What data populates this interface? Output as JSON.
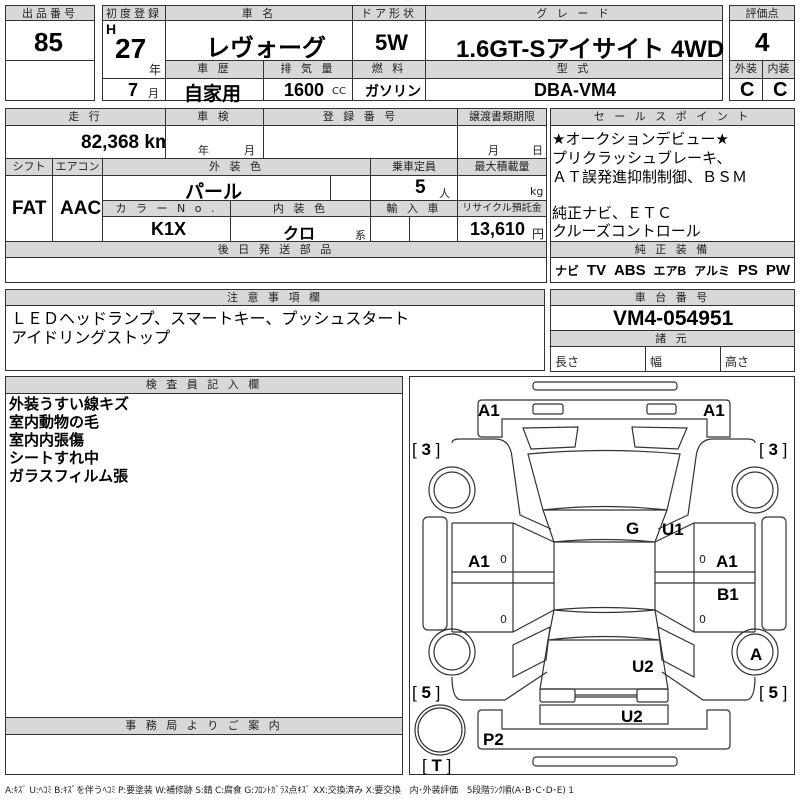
{
  "lot": {
    "label": "出品番号",
    "value": "85"
  },
  "first_reg": {
    "label": "初度登録",
    "era": "H",
    "year": "27",
    "year_unit": "年",
    "month": "7",
    "month_unit": "月"
  },
  "car_name": {
    "label": "車 名",
    "value": "レヴォーグ"
  },
  "door": {
    "label": "ドア形状",
    "value": "5W"
  },
  "grade": {
    "label": "グ レ ー ド",
    "value": "1.6GT-Sアイサイト 4WD"
  },
  "history": {
    "label": "車 歴",
    "value": "自家用"
  },
  "displacement": {
    "label": "排 気 量",
    "value": "1600",
    "unit": "CC"
  },
  "fuel": {
    "label": "燃 料",
    "value": "ガソリン"
  },
  "model": {
    "label": "型 式",
    "value": "DBA-VM4"
  },
  "score": {
    "label": "評価点",
    "value": "4",
    "ext_label": "外装",
    "ext": "C",
    "int_label": "内装",
    "int": "C"
  },
  "mileage": {
    "label": "走 行",
    "value": "82,368 km"
  },
  "inspection": {
    "label": "車 検",
    "year_unit": "年",
    "month_unit": "月"
  },
  "reg_number": {
    "label": "登 録 番 号"
  },
  "transfer": {
    "label": "譲渡書類期限",
    "month_unit": "月",
    "day_unit": "日"
  },
  "shift": {
    "label": "シフト",
    "value": "FAT"
  },
  "ac": {
    "label": "エアコン",
    "value": "AAC"
  },
  "ext_color": {
    "label": "外 装 色",
    "value": "パール"
  },
  "capacity": {
    "label": "乗車定員",
    "value": "5",
    "unit": "人"
  },
  "max_load": {
    "label": "最大積載量",
    "unit": "kg"
  },
  "color_no": {
    "label": "カ ラ ー N o .",
    "value": "K1X"
  },
  "int_color": {
    "label": "内 装 色",
    "value": "クロ",
    "unit": "系"
  },
  "import": {
    "label": "輸 入 車"
  },
  "recycle": {
    "label": "リサイクル預託金",
    "value": "13,610",
    "unit": "円"
  },
  "later_parts": {
    "label": "後 日 発 送 部 品"
  },
  "sales_points": {
    "label": "セ ー ル ス ポ イ ン ト",
    "lines": [
      "★オークションデビュー★",
      "プリクラッシュブレーキ、",
      "ＡＴ誤発進抑制制御、ＢＳＭ",
      "",
      "純正ナビ、ＥＴＣ",
      "クルーズコントロール"
    ]
  },
  "equipment": {
    "label": "純 正 装 備",
    "items": [
      "ナビ",
      "TV",
      "ABS",
      "エアB",
      "アルミ",
      "PS",
      "PW"
    ]
  },
  "notes": {
    "label": "注 意 事 項 欄",
    "lines": [
      "ＬＥＤヘッドランプ、スマートキー、プッシュスタート",
      "アイドリングストップ"
    ]
  },
  "chassis": {
    "label": "車 台 番 号",
    "value": "VM4-054951"
  },
  "specs": {
    "label": "諸 元",
    "length": "長さ",
    "width": "幅",
    "height": "高さ"
  },
  "inspector": {
    "label": "検 査 員 記 入 欄",
    "lines": [
      "外装うすい線キズ",
      "室内動物の毛",
      "室内内張傷",
      "シートすれ中",
      "ガラスフィルム張"
    ]
  },
  "office": {
    "label": "事 務 局 よ り ご 案 内"
  },
  "diagram": {
    "marks": {
      "front_left": "A1",
      "front_right": "A1",
      "windshield": "G",
      "a_pillar": "U1",
      "left_doors": "A1",
      "right_front_door": "A1",
      "right_rear_door": "B1",
      "right_rear_wheel": "A",
      "trunk": "U2",
      "rear_panel": "U2",
      "rear_bumper": "P2"
    },
    "tire_fl": "3",
    "tire_fr": "3",
    "tire_rl": "5",
    "tire_rr": "5",
    "tire_spare": "T",
    "handle": "0"
  },
  "legend": "A:ｷｽﾞ U:ﾍｺﾐ B:ｷｽﾞを伴うﾍｺﾐ P:要塗装 W:補修跡 S:錆 C:腐食 G:ﾌﾛﾝﾄｶﾞﾗｽ点ｷｽﾞ XX:交換済み X:要交換　内･外装評価　5段階ﾗﾝｸ順(A･B･C･D･E) 1"
}
